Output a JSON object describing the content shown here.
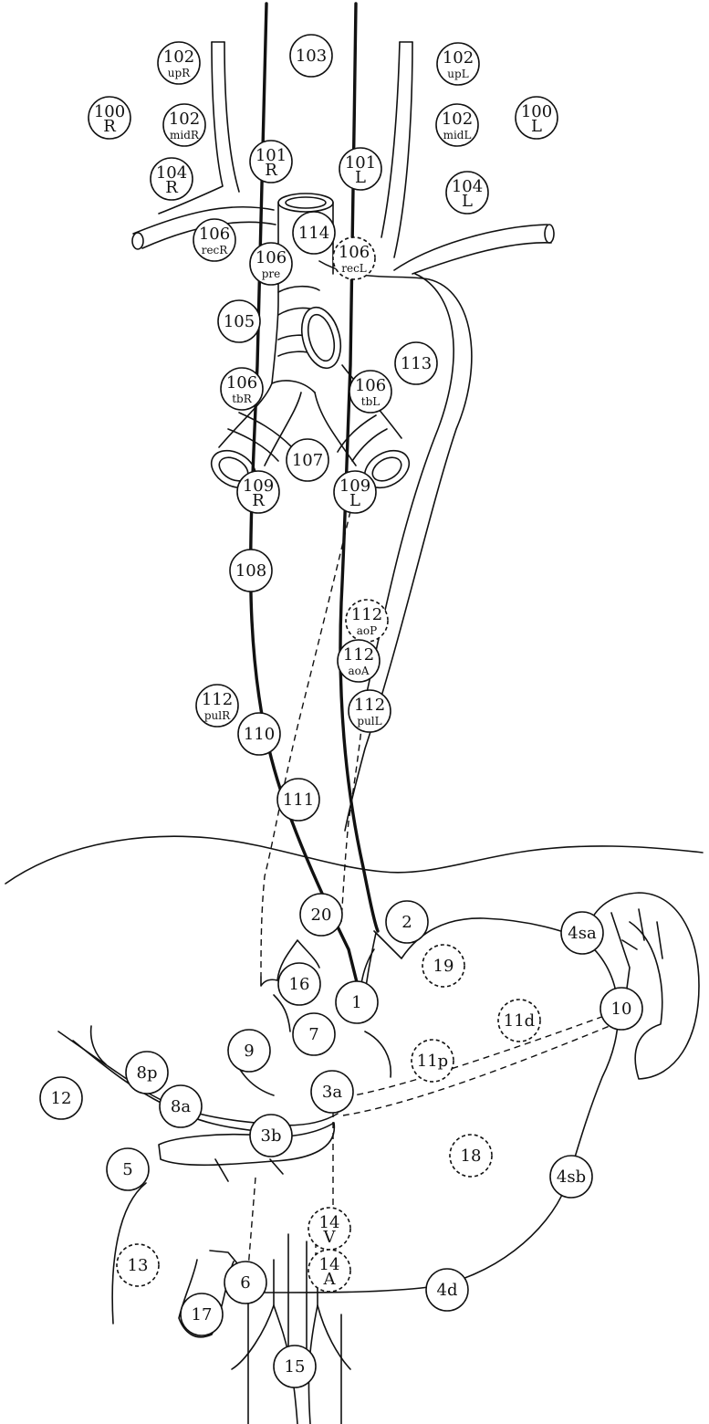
{
  "nodes": [
    {
      "key": "n100R",
      "lines": [
        "100",
        "R"
      ],
      "dashed": false
    },
    {
      "key": "n102upR",
      "lines": [
        "102",
        "upR"
      ],
      "dashed": false
    },
    {
      "key": "n103",
      "lines": [
        "103"
      ],
      "dashed": false
    },
    {
      "key": "n102upL",
      "lines": [
        "102",
        "upL"
      ],
      "dashed": false
    },
    {
      "key": "n100L",
      "lines": [
        "100",
        "L"
      ],
      "dashed": false
    },
    {
      "key": "n102midR",
      "lines": [
        "102",
        "midR"
      ],
      "dashed": false
    },
    {
      "key": "n102midL",
      "lines": [
        "102",
        "midL"
      ],
      "dashed": false
    },
    {
      "key": "n104R",
      "lines": [
        "104",
        "R"
      ],
      "dashed": false
    },
    {
      "key": "n101R",
      "lines": [
        "101",
        "R"
      ],
      "dashed": false
    },
    {
      "key": "n101L",
      "lines": [
        "101",
        "L"
      ],
      "dashed": false
    },
    {
      "key": "n104L",
      "lines": [
        "104",
        "L"
      ],
      "dashed": false
    },
    {
      "key": "n106recR",
      "lines": [
        "106",
        "recR"
      ],
      "dashed": false
    },
    {
      "key": "n114",
      "lines": [
        "114"
      ],
      "dashed": false
    },
    {
      "key": "n106recL",
      "lines": [
        "106",
        "recL"
      ],
      "dashed": true
    },
    {
      "key": "n106pre",
      "lines": [
        "106",
        "pre"
      ],
      "dashed": false
    },
    {
      "key": "n105",
      "lines": [
        "105"
      ],
      "dashed": false
    },
    {
      "key": "n113",
      "lines": [
        "113"
      ],
      "dashed": false
    },
    {
      "key": "n106tbR",
      "lines": [
        "106",
        "tbR"
      ],
      "dashed": false
    },
    {
      "key": "n106tbL",
      "lines": [
        "106",
        "tbL"
      ],
      "dashed": false
    },
    {
      "key": "n107",
      "lines": [
        "107"
      ],
      "dashed": false
    },
    {
      "key": "n109R",
      "lines": [
        "109",
        "R"
      ],
      "dashed": false
    },
    {
      "key": "n109L",
      "lines": [
        "109",
        "L"
      ],
      "dashed": false
    },
    {
      "key": "n108",
      "lines": [
        "108"
      ],
      "dashed": false
    },
    {
      "key": "n112aoP",
      "lines": [
        "112",
        "aoP"
      ],
      "dashed": true
    },
    {
      "key": "n112aoA",
      "lines": [
        "112",
        "aoA"
      ],
      "dashed": false
    },
    {
      "key": "n112pulR",
      "lines": [
        "112",
        "pulR"
      ],
      "dashed": false
    },
    {
      "key": "n112pulL",
      "lines": [
        "112",
        "pulL"
      ],
      "dashed": false
    },
    {
      "key": "n110",
      "lines": [
        "110"
      ],
      "dashed": false
    },
    {
      "key": "n111",
      "lines": [
        "111"
      ],
      "dashed": false
    },
    {
      "key": "n20",
      "lines": [
        "20"
      ],
      "dashed": false
    },
    {
      "key": "n2",
      "lines": [
        "2"
      ],
      "dashed": false
    },
    {
      "key": "n19",
      "lines": [
        "19"
      ],
      "dashed": true
    },
    {
      "key": "n4sa",
      "lines": [
        "4sa"
      ],
      "dashed": false
    },
    {
      "key": "n16",
      "lines": [
        "16"
      ],
      "dashed": false
    },
    {
      "key": "n1",
      "lines": [
        "1"
      ],
      "dashed": false
    },
    {
      "key": "n11d",
      "lines": [
        "11d"
      ],
      "dashed": true
    },
    {
      "key": "n10",
      "lines": [
        "10"
      ],
      "dashed": false
    },
    {
      "key": "n9",
      "lines": [
        "9"
      ],
      "dashed": false
    },
    {
      "key": "n7",
      "lines": [
        "7"
      ],
      "dashed": false
    },
    {
      "key": "n11p",
      "lines": [
        "11p"
      ],
      "dashed": true
    },
    {
      "key": "n8p",
      "lines": [
        "8p"
      ],
      "dashed": false
    },
    {
      "key": "n12",
      "lines": [
        "12"
      ],
      "dashed": false
    },
    {
      "key": "n8a",
      "lines": [
        "8a"
      ],
      "dashed": false
    },
    {
      "key": "n3a",
      "lines": [
        "3a"
      ],
      "dashed": false
    },
    {
      "key": "n3b",
      "lines": [
        "3b"
      ],
      "dashed": false
    },
    {
      "key": "n5",
      "lines": [
        "5"
      ],
      "dashed": false
    },
    {
      "key": "n18",
      "lines": [
        "18"
      ],
      "dashed": true
    },
    {
      "key": "n4sb",
      "lines": [
        "4sb"
      ],
      "dashed": false
    },
    {
      "key": "n14V",
      "lines": [
        "14",
        "V"
      ],
      "dashed": true
    },
    {
      "key": "n13",
      "lines": [
        "13"
      ],
      "dashed": true
    },
    {
      "key": "n6",
      "lines": [
        "6"
      ],
      "dashed": false
    },
    {
      "key": "n14A",
      "lines": [
        "14",
        "A"
      ],
      "dashed": true
    },
    {
      "key": "n4d",
      "lines": [
        "4d"
      ],
      "dashed": false
    },
    {
      "key": "n17",
      "lines": [
        "17"
      ],
      "dashed": false
    },
    {
      "key": "n15",
      "lines": [
        "15"
      ],
      "dashed": false
    }
  ]
}
